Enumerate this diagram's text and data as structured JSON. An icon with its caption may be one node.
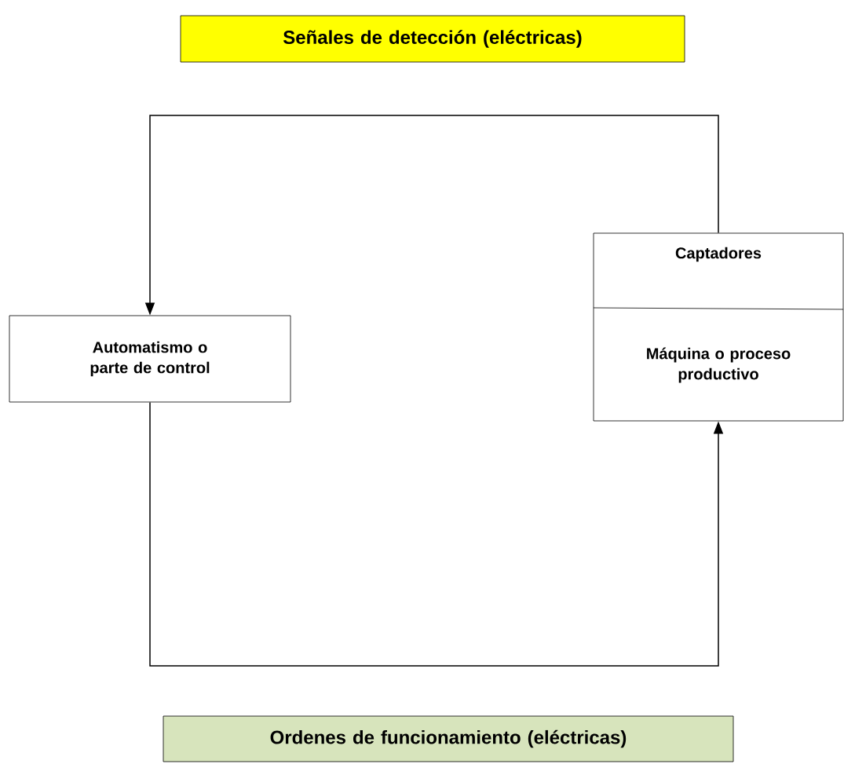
{
  "diagram": {
    "nodes": [
      {
        "text": [
          "Señales de detección (eléctricas)"
        ]
      },
      {
        "text": [
          "Automatismo o parte de control"
        ]
      },
      {
        "text": [
          "Captadores",
          "Máquina o proceso productivo"
        ]
      },
      {
        "text": [
          "Ordenes de funcionamiento (eléctricas)"
        ]
      }
    ],
    "edges": [
      {
        "from": 2,
        "to": 1,
        "arrow": "to"
      },
      {
        "from": 1,
        "to": 2,
        "arrow": "to"
      }
    ]
  }
}
